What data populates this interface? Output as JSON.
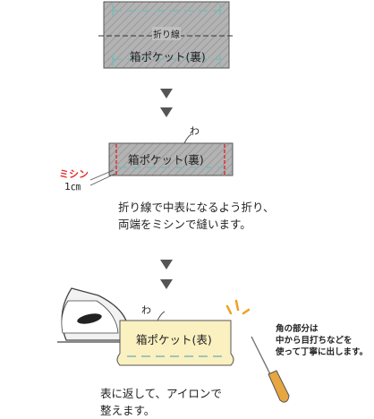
{
  "step1": {
    "fold_line_label": "折り線",
    "pocket_label": "箱ポケット(裏)"
  },
  "step2": {
    "wa_label": "わ",
    "pocket_label": "箱ポケット(裏)",
    "sewing_label": "ミシン",
    "seam_width": "1㎝",
    "instruction_lines": [
      "折り線で中表になるよう折り、",
      "両端をミシンで縫います。"
    ]
  },
  "step3": {
    "wa_label": "わ",
    "pocket_label": "箱ポケット(表)",
    "corner_note_lines": [
      "角の部分は",
      "中から目打ちなどを",
      "使って丁寧に出します。"
    ],
    "instruction_lines": [
      "表に返して、アイロンで",
      "整えます。"
    ]
  },
  "colors": {
    "fabric_back": "#b3b3b3",
    "fabric_front": "#faf0c0",
    "stitch": "#7fb8b8",
    "sewing_line": "#e03030",
    "sewing_label": "#e03030",
    "arrow": "#555555",
    "awl_handle": "#e8a640",
    "burst": "#f0a020"
  }
}
